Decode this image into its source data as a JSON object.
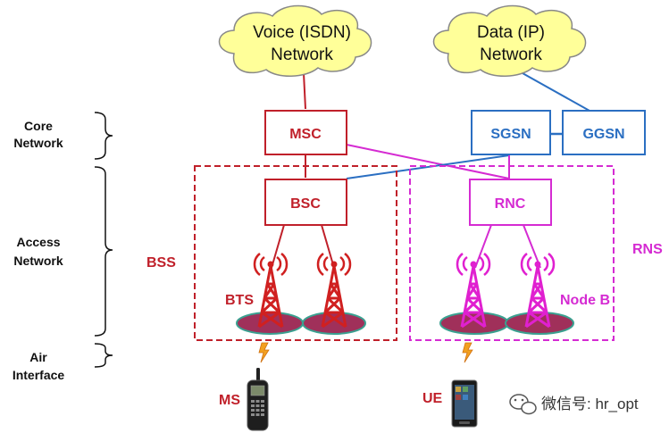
{
  "clouds": {
    "voice": [
      "Voice (ISDN)",
      "Network"
    ],
    "data": [
      "Data (IP)",
      "Network"
    ]
  },
  "left_labels": {
    "core": [
      "Core",
      "Network"
    ],
    "access": [
      "Access",
      "Network"
    ],
    "air": [
      "Air",
      "Interface"
    ]
  },
  "nodes": {
    "msc": "MSC",
    "sgsn": "SGSN",
    "ggsn": "GGSN",
    "bsc": "BSC",
    "rnc": "RNC"
  },
  "labels": {
    "bss": "BSS",
    "rns": "RNS",
    "bts": "BTS",
    "nodeb": "Node B",
    "ms": "MS",
    "ue": "UE"
  },
  "watermark": "微信号: hr_opt",
  "colors": {
    "red": "#c0202a",
    "magenta": "#d52bd2",
    "blue": "#2b6fc2",
    "cloud_fill": "#ffff99",
    "ellipse_fill": "#a0305a",
    "ellipse_edge": "#3aa090",
    "lightning": "#f2a020"
  },
  "icons": [
    "cloud-icon",
    "tower-icon",
    "lightning-icon",
    "phone-icon",
    "smartphone-icon",
    "wechat-icon"
  ]
}
